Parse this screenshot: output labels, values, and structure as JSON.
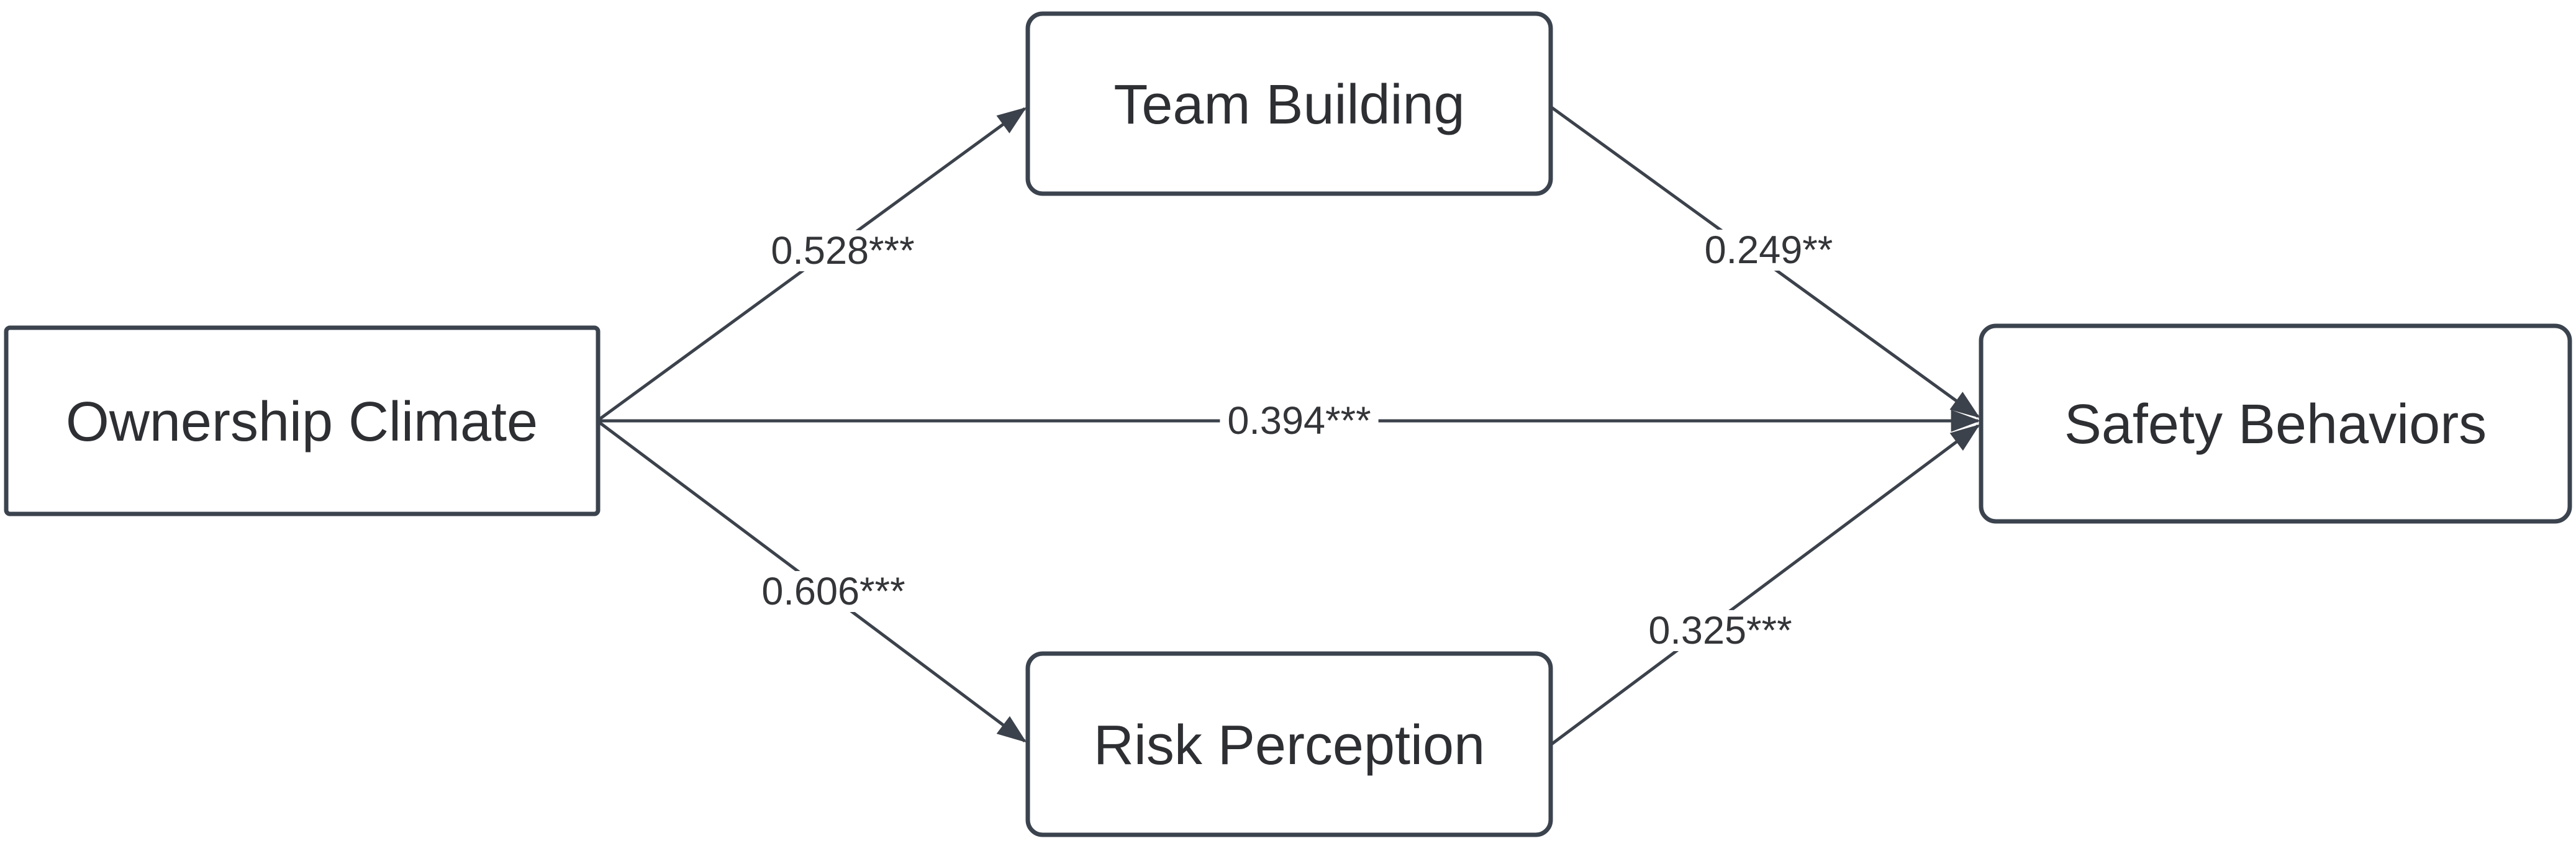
{
  "diagram": {
    "title": "mediation path model",
    "background": "#ffffff",
    "colors": {
      "box_border": "#3b434e",
      "arrow_line": "#3c424b",
      "node_text": "#2d2f33",
      "edge_text": "#333538"
    },
    "nodes": [
      {
        "id": "ownership-climate",
        "label": "Ownership Climate",
        "role": "predictor"
      },
      {
        "id": "team-building",
        "label": "Team Building",
        "role": "mediator"
      },
      {
        "id": "risk-perception",
        "label": "Risk Perception",
        "role": "mediator"
      },
      {
        "id": "safety-behaviors",
        "label": "Safety Behaviors",
        "role": "outcome"
      }
    ],
    "edges": [
      {
        "from": "ownership-climate",
        "to": "team-building",
        "label": "0.528***"
      },
      {
        "from": "ownership-climate",
        "to": "safety-behaviors",
        "label": "0.394***"
      },
      {
        "from": "ownership-climate",
        "to": "risk-perception",
        "label": "0.606***"
      },
      {
        "from": "team-building",
        "to": "safety-behaviors",
        "label": "0.249**"
      },
      {
        "from": "risk-perception",
        "to": "safety-behaviors",
        "label": "0.325***"
      }
    ]
  }
}
